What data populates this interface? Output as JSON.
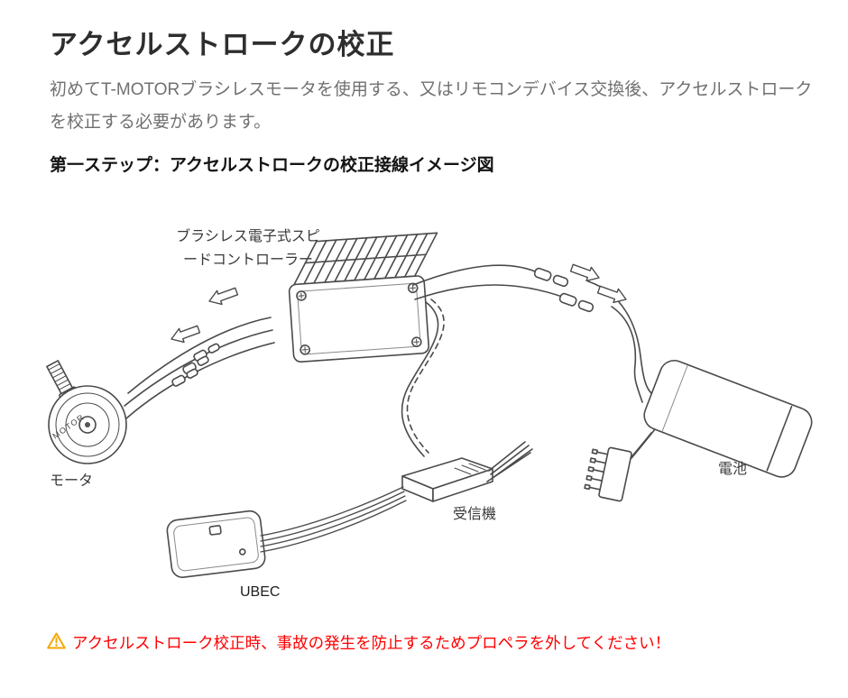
{
  "page": {
    "title": "アクセルストロークの校正",
    "intro": "初めてT-MOTORブラシレスモータを使用する、又はリモコンデバイス交換後、アクセルストロークを校正する必要があります。",
    "step_heading": "第一ステップ：アクセルストロークの校正接線イメージ図"
  },
  "diagram": {
    "esc_label_line1": "ブラシレス電子式スピ",
    "esc_label_line2": "ードコントローラー",
    "motor_label": "モータ",
    "motor_brand_text": "MOTOR",
    "battery_label": "電池",
    "receiver_label": "受信機",
    "ubec_label": "UBEC"
  },
  "warning": {
    "text": "アクセルストローク校正時、事故の発生を防止するためプロペラを外してください！"
  },
  "colors": {
    "title_text": "#2e2e2e",
    "body_text": "#707070",
    "heading_text": "#141414",
    "label_text": "#3a3a3a",
    "warning_text": "#ff0000",
    "warning_icon": "#f7a600",
    "line_art": "#4a4a4a",
    "background": "#ffffff"
  }
}
